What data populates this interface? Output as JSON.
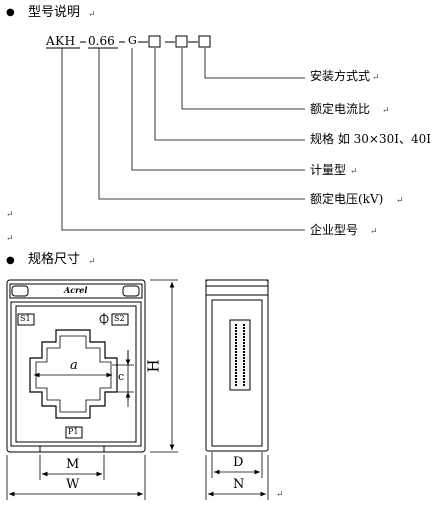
{
  "section1": {
    "bullet": "●",
    "title": "型号说明",
    "model_parts": {
      "brand": "AKH",
      "voltage": "0.66",
      "meter": "G"
    },
    "labels": [
      "安装方式式",
      "额定电流比",
      "规格  如 30×30I、40I",
      "计量型",
      "额定电压(kV)",
      "企业型号"
    ]
  },
  "section2": {
    "bullet": "●",
    "title": "规格尺寸"
  },
  "front_view": {
    "brand": "Acrel",
    "terminals": [
      "S1",
      "S2",
      "P1"
    ],
    "dim_a": "a",
    "dim_c": "c",
    "dim_H": "H",
    "dim_M": "M",
    "dim_W": "W"
  },
  "side_view": {
    "dim_D": "D",
    "dim_N": "N"
  },
  "return_mark": "↵"
}
